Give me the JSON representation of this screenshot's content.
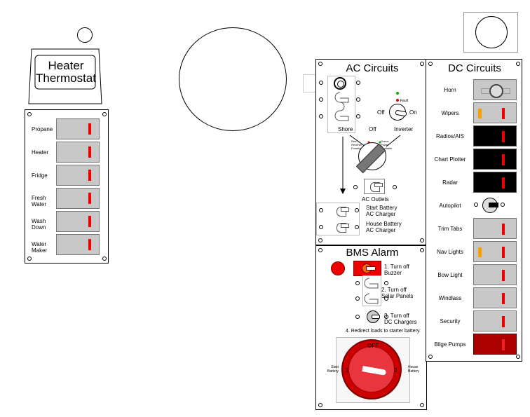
{
  "thermostat": {
    "title": "Heater\nThermostat"
  },
  "left_panel": {
    "items": [
      {
        "label": "Propane"
      },
      {
        "label": "Heater"
      },
      {
        "label": "Fridge"
      },
      {
        "label": "Fresh\nWater"
      },
      {
        "label": "Wash\nDown"
      },
      {
        "label": "Water\nMaker"
      }
    ]
  },
  "ac": {
    "title": "AC Circuits",
    "off": "Off",
    "on": "On",
    "fault": "Fault",
    "shore": "Shore",
    "off2": "Off",
    "inverter": "Inverter",
    "red_note": "Red:\nReverse\nPolarity",
    "green_note": "Green:\nPower\nAvailable",
    "ac_outlets": "AC Outlets",
    "start_charger": "Start Battery\nAC Charger",
    "house_charger": "House Battery\nAC Charger"
  },
  "dc": {
    "title": "DC Circuits",
    "items": [
      {
        "label": "Horn"
      },
      {
        "label": "Wipers"
      },
      {
        "label": "Radios/AIS"
      },
      {
        "label": "Chart Plotter"
      },
      {
        "label": "Radar"
      },
      {
        "label": "Autopilot"
      },
      {
        "label": "Trim Tabs"
      },
      {
        "label": "Nav Lights"
      },
      {
        "label": "Bow Light"
      },
      {
        "label": "Windlass"
      },
      {
        "label": "Security"
      },
      {
        "label": "Bilge Pumps"
      }
    ]
  },
  "bms": {
    "title": "BMS Alarm",
    "step1": "1. Turn off\nBuzzer",
    "step2": "2. Turn off\nSolar Panels",
    "step3": "3. Turn off\nDC Chargers",
    "step4": "4. Redirect loads to starter battery.",
    "off": "OFF",
    "pos1": "1",
    "pos2": "2",
    "start_battery": "Start\nBattery",
    "house_battery": "House\nBattery"
  },
  "colors": {
    "led_red": "#e00000",
    "amber": "#f6a000",
    "panel_gray": "#c8c8c8",
    "alarm_red": "#e00000",
    "dial_red": "#e9363e"
  }
}
